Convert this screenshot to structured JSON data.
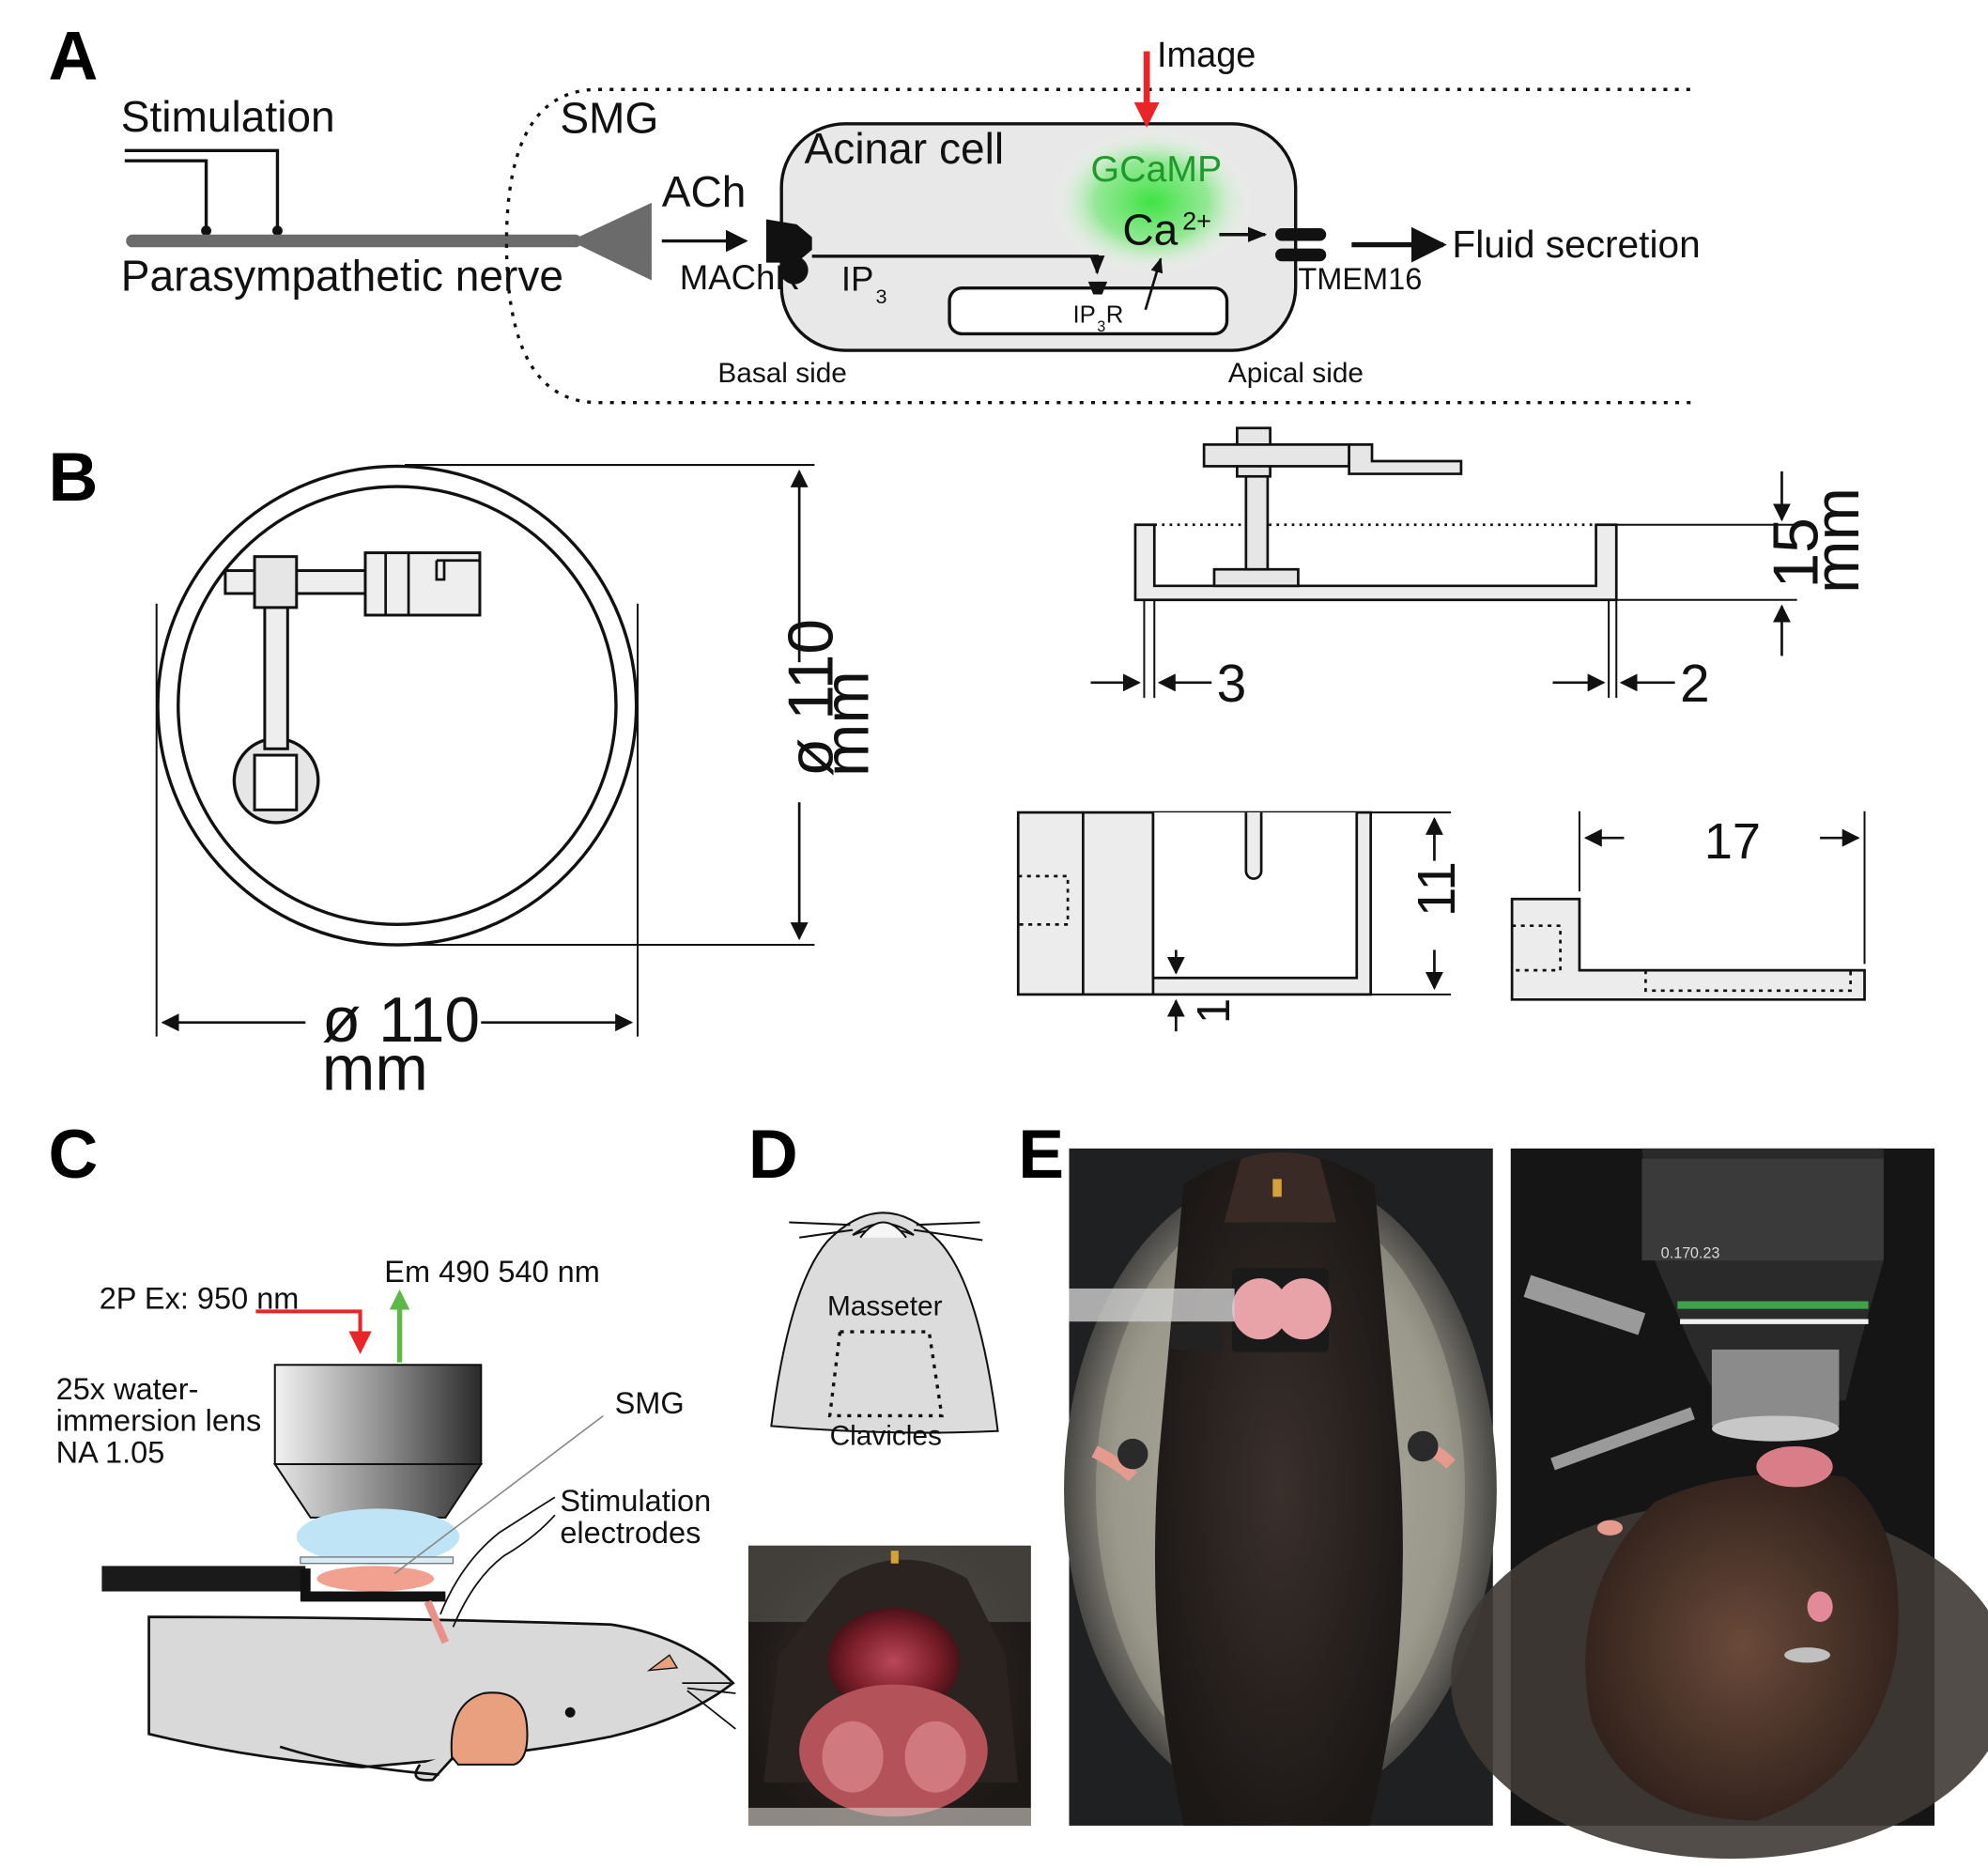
{
  "panels": {
    "a": "A",
    "b": "B",
    "c": "C",
    "d": "D",
    "e": "E"
  },
  "panel_a": {
    "stimulation": "Stimulation",
    "nerve": "Parasympathetic nerve",
    "smg": "SMG",
    "ach": "ACh",
    "machr": "MAChR",
    "acinar_cell": "Acinar cell",
    "image": "Image",
    "gcamp": "GCaMP",
    "ca": "Ca",
    "ca_sup": "2+",
    "ip3": "IP",
    "ip3_sub": "3",
    "ip3r_a": "IP",
    "ip3r_sub": "3",
    "ip3r_b": "R",
    "tmem16": "TMEM16",
    "fluid": "Fluid secretion",
    "basal": "Basal side",
    "apical": "Apical side"
  },
  "panel_b": {
    "dia_vert": "ø 110",
    "dia_vert_unit": "mm",
    "dia_horz": "ø 110",
    "dia_horz_unit": "mm",
    "depth": "15",
    "depth_unit": "mm",
    "wall_left": "3",
    "wall_right": "2",
    "clamp_height": "11",
    "clamp_thick": "1",
    "bar_len": "17"
  },
  "panel_c": {
    "excitation": "2P Ex: 950 nm",
    "emission": "Em 490 540 nm",
    "lens_1": "25x water-",
    "lens_2": "immersion lens",
    "lens_3": "NA 1.05",
    "smg": "SMG",
    "stim_1": "Stimulation",
    "stim_2": "electrodes"
  },
  "panel_d": {
    "masseter": "Masseter",
    "clavicles": "Clavicles"
  },
  "panel_e": {
    "objective_1": "0.17",
    "objective_2": "0.23"
  },
  "colors": {
    "red_arrow": "#e8262a",
    "green_arrow": "#5db947",
    "gcamp_text": "#1f9a2a",
    "gcamp_glow": "#36e23a",
    "cell_fill": "#e8e8e8",
    "nerve": "#6b6b6b",
    "lens_water": "#bfe4f5",
    "smg_tissue": "#f2a090",
    "mouse_body": "#d9d9d9",
    "ear_pink": "#e8a07e"
  }
}
